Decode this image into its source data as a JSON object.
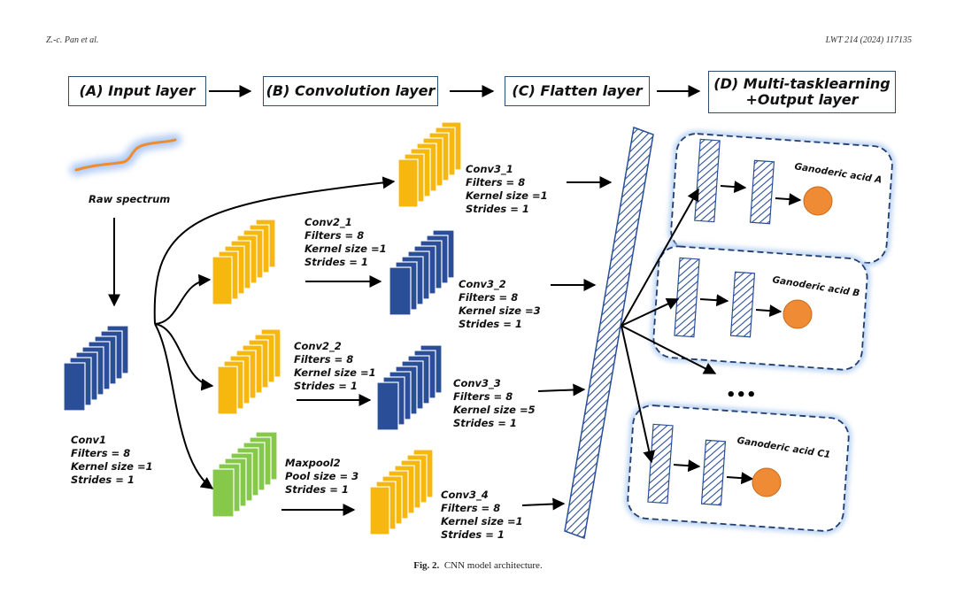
{
  "header": {
    "left": "Z.-c. Pan et al.",
    "right": "LWT 214 (2024) 117135"
  },
  "stages": {
    "a": "(A) Input layer",
    "b": "(B) Convolution layer",
    "c": "(C) Flatten layer",
    "d1": "(D) Multi-tasklearning",
    "d2": "+Output layer"
  },
  "input": {
    "label": "Raw spectrum"
  },
  "layers": {
    "conv1": [
      "Conv1",
      "Filters = 8",
      "Kernel size =1",
      "Strides = 1"
    ],
    "conv2_1": [
      "Conv2_1",
      "Filters = 8",
      "Kernel size =1",
      "Strides = 1"
    ],
    "conv2_2": [
      "Conv2_2",
      "Filters = 8",
      "Kernel size =1",
      "Strides = 1"
    ],
    "maxpool2": [
      "Maxpool2",
      "Pool size = 3",
      "Strides = 1"
    ],
    "conv3_1": [
      "Conv3_1",
      "Filters = 8",
      "Kernel size =1",
      "Strides = 1"
    ],
    "conv3_2": [
      "Conv3_2",
      "Filters = 8",
      "Kernel size =3",
      "Strides = 1"
    ],
    "conv3_3": [
      "Conv3_3",
      "Filters = 8",
      "Kernel size =5",
      "Strides = 1"
    ],
    "conv3_4": [
      "Conv3_4",
      "Filters = 8",
      "Kernel size =1",
      "Strides = 1"
    ]
  },
  "tasks": {
    "a": "Ganoderic acid A",
    "b": "Ganoderic acid B",
    "ellipsis": "•••",
    "c1": "Ganoderic acid C1"
  },
  "caption": {
    "fig": "Fig. 2.",
    "text": "CNN model architecture."
  },
  "colors": {
    "blue_block": "#2a4f98",
    "yellow_block": "#f6b70f",
    "green_block": "#86c94a",
    "output_node": "#ef8a35",
    "spectrum": "#f08c30",
    "flatten_hatch": "#2a4f98"
  }
}
